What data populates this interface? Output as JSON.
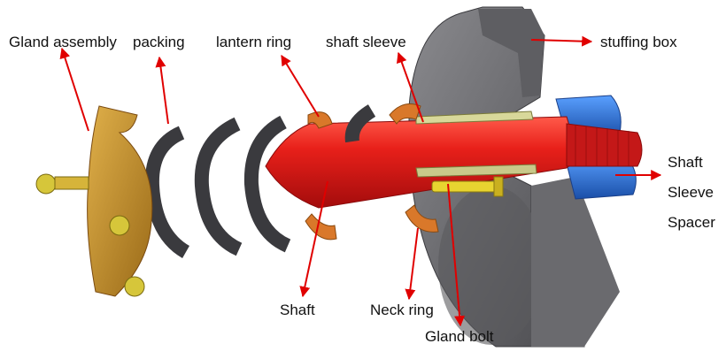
{
  "labels": {
    "gland_assembly": "Gland assembly",
    "packing": "packing",
    "lantern_ring": "lantern ring",
    "shaft_sleeve": "shaft sleeve",
    "stuffing_box": "stuffing box",
    "shaft_sleeve_spacer_1": "Shaft",
    "shaft_sleeve_spacer_2": "Sleeve",
    "shaft_sleeve_spacer_3": "Spacer",
    "shaft": "Shaft",
    "neck_ring": "Neck ring",
    "gland_bolt": "Gland bolt"
  },
  "colors": {
    "arrow": "#e00000",
    "shaft": "#e01818",
    "gland": "#c8962a",
    "packing": "#3a3a3e",
    "lantern_ring": "#d9782a",
    "stuffing_box": "#6e6e72",
    "sleeve": "#c9c98a",
    "spacer": "#2a6fd0"
  }
}
